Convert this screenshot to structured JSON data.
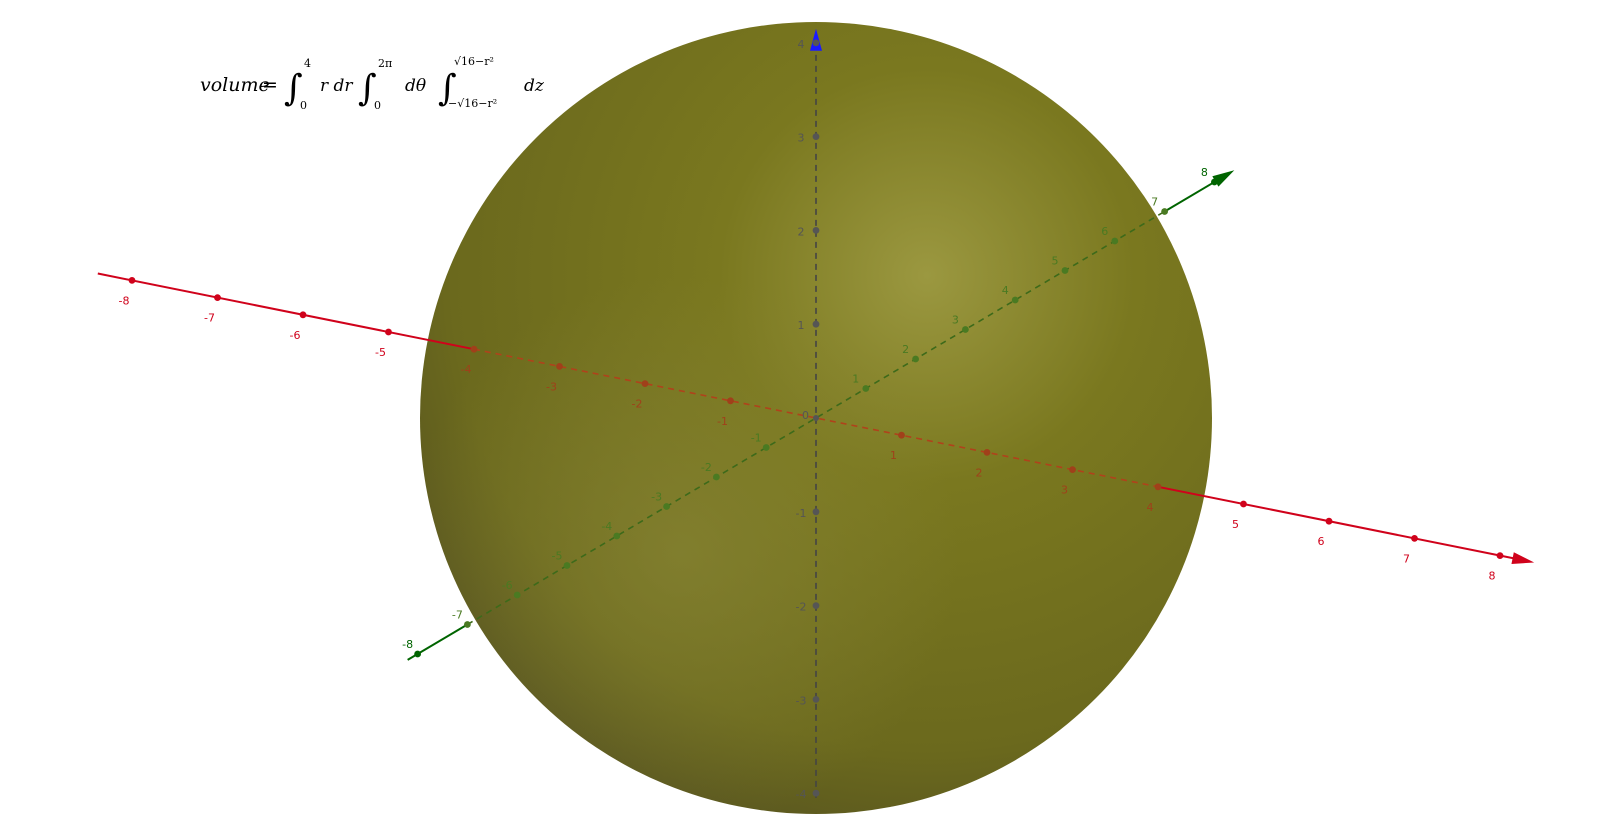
{
  "scene": {
    "background": "#ffffff",
    "sphere": {
      "radius": 4,
      "color_dark": "#5d5a1f",
      "color_mid": "#76741e",
      "color_light": "#9b9840"
    },
    "formula": {
      "lhs": "volume",
      "eq": "=",
      "int1_upper": "4",
      "int1_lower": "0",
      "int1_body": "r dr",
      "int2_upper": "2π",
      "int2_lower": "0",
      "int2_body": "dθ",
      "int3_upper": "√16−r²",
      "int3_lower": "−√16−r²",
      "int3_body": "dz"
    },
    "axes": {
      "x": {
        "color": "#d0021b",
        "ticks": [
          -8,
          -7,
          -6,
          -5,
          -4,
          -3,
          -2,
          -1,
          1,
          2,
          3,
          4,
          5,
          6,
          7,
          8
        ],
        "tick_labels": [
          "-8",
          "-7",
          "-6",
          "-5",
          "-4",
          "-3",
          "-2",
          "-1",
          "1",
          "2",
          "3",
          "4",
          "5",
          "6",
          "7",
          "8"
        ]
      },
      "y": {
        "color": "#006400",
        "ticks": [
          -8,
          -7,
          -6,
          -5,
          -4,
          -3,
          -2,
          -1,
          1,
          2,
          3,
          4,
          5,
          6,
          7,
          8
        ],
        "tick_labels": [
          "-8",
          "-7",
          "-6",
          "-5",
          "-4",
          "-3",
          "-2",
          "-1",
          "1",
          "2",
          "3",
          "4",
          "5",
          "6",
          "7",
          "8"
        ]
      },
      "z": {
        "color": "#1a1aff",
        "tick_color": "#555555",
        "ticks": [
          -4,
          -3,
          -2,
          -1,
          1,
          2,
          3,
          4
        ],
        "tick_labels": [
          "-4",
          "-3",
          "-2",
          "-1",
          "1",
          "2",
          "3",
          "4"
        ]
      },
      "origin_label": "0"
    }
  }
}
